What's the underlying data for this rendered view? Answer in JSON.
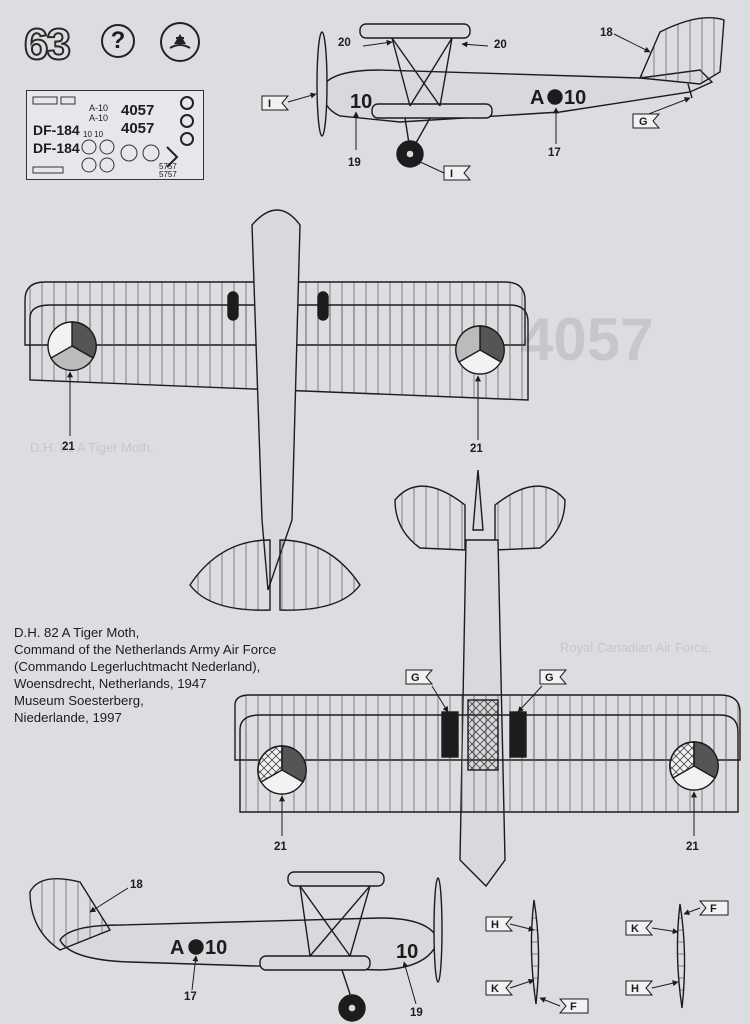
{
  "page": {
    "number": "63",
    "help_icon": "question-mark-icon",
    "decal_icon": "decal-water-slide-icon"
  },
  "decal_sheet": {
    "codes": [
      "DF-184",
      "DF-184"
    ],
    "numbers": [
      "4057",
      "4057"
    ],
    "small_codes": [
      "A-10",
      "A-10"
    ],
    "tiny": [
      "10 10",
      "5757",
      "5757"
    ]
  },
  "callouts": {
    "c17": "17",
    "c18": "18",
    "c19": "19",
    "c20": "20",
    "c21": "21"
  },
  "color_flags": {
    "F": "F",
    "G": "G",
    "H": "H",
    "I": "I",
    "K": "K"
  },
  "markings": {
    "fuselage_code": "A",
    "fuselage_number": "10",
    "tail_number": "10"
  },
  "caption": {
    "line1": "D.H. 82 A Tiger Moth,",
    "line2": "Command of the Netherlands Army Air Force",
    "line3": "(Commando Legerluchtmacht Nederland),",
    "line4": "Woensdrecht, Netherlands, 1947",
    "line5": "Museum Soesterberg,",
    "line6": "Niederlande, 1997"
  },
  "bleed_through": {
    "number": "4057",
    "text1": "D.H. 82 A Tiger Moth,",
    "text2": "Royal Canadian Air Force,"
  }
}
